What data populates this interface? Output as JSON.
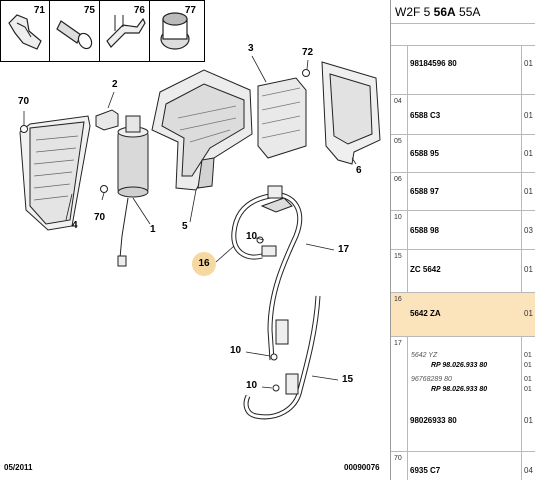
{
  "thumbnails": [
    "71",
    "75",
    "76",
    "77"
  ],
  "callouts": {
    "c1": "1",
    "c2": "2",
    "c3": "3",
    "c4": "4",
    "c5": "5",
    "c6": "6",
    "c70a": "70",
    "c70b": "70",
    "c72": "72",
    "c16": "16",
    "c17": "17",
    "c15": "15",
    "c10a": "10",
    "c10b": "10",
    "c10c": "10"
  },
  "footer": {
    "date": "05/2011",
    "code": "00090076"
  },
  "header": {
    "prefix": "W2F 5 ",
    "bold": "56A",
    "suffix": " 55A"
  },
  "rows": [
    {
      "idx": "",
      "ref": "98184596 80",
      "qty": "01"
    },
    {
      "idx": "04",
      "ref": "6588 C3",
      "qty": "01"
    },
    {
      "idx": "05",
      "ref": "6588 95",
      "qty": "01"
    },
    {
      "idx": "06",
      "ref": "6588 97",
      "qty": "01"
    },
    {
      "idx": "10",
      "ref": "6588 98",
      "qty": "03"
    },
    {
      "idx": "15",
      "ref": "ZC 5642",
      "qty": "01"
    },
    {
      "idx": "16",
      "ref": "5642 ZA",
      "qty": "01"
    },
    {
      "idx": "17",
      "ref": "98026933 80",
      "qty": "01"
    },
    {
      "idx": "70",
      "ref": "6935 C7",
      "qty": "04"
    }
  ],
  "subrows": {
    "s1": "5642 YZ",
    "s2": "RP 98.026.933 80",
    "s3": "96768289 80",
    "s4": "RP 98.026.933 80",
    "q1": "01",
    "q2": "01",
    "q3": "01",
    "q4": "01"
  }
}
